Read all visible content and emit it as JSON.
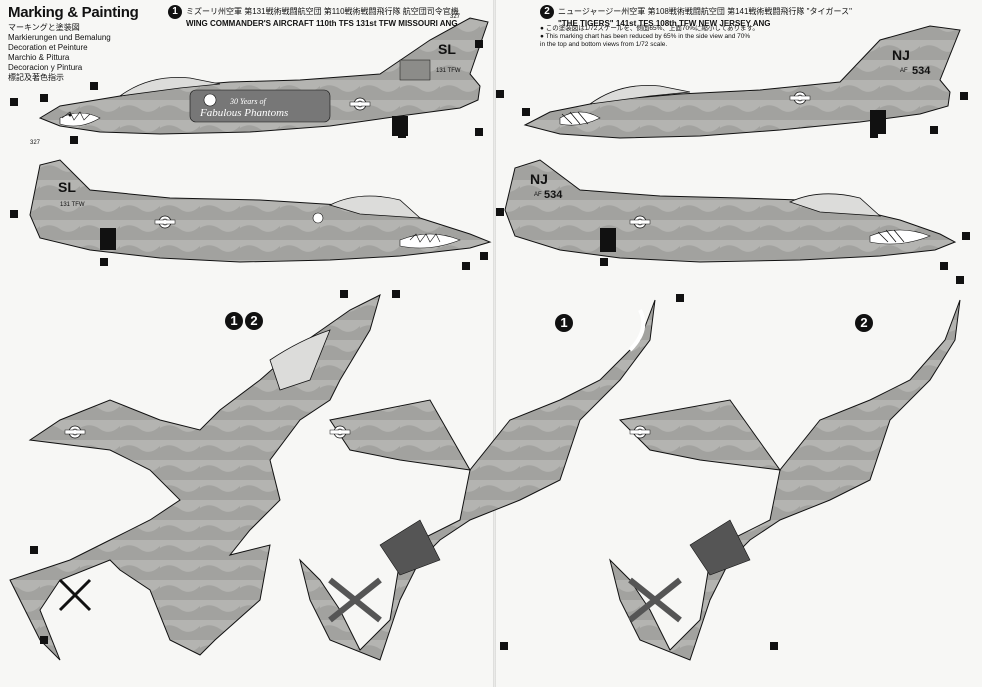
{
  "header": {
    "title": "Marking & Painting",
    "languages": [
      "マーキングと塗装図",
      "Markierungen und Bemalung",
      "Decoration et Peinture",
      "Marchio & Pittura",
      "Decoracion y Pintura",
      "標記及著色指示"
    ]
  },
  "scheme1": {
    "number": "1",
    "jp": "ミズーリ州空軍 第131戦術戦闘航空団 第110戦術戦闘飛行隊 航空団司令官機",
    "en": "WING COMMANDER'S AIRCRAFT 110th TFS 131st TFW MISSOURI ANG",
    "tail_code": "SL",
    "tail_sub": "131 TFW",
    "tail_small": "327",
    "anniv_1": "30 Years of",
    "anniv_2": "Fabulous Phantoms"
  },
  "scheme2": {
    "number": "2",
    "jp": "ニュージャージー州空軍 第108戦術戦闘航空団 第141戦術戦闘飛行隊 \"タイガース\"",
    "en": "\"THE TIGERS\" 141st TFS 108th TFW NEW JERSEY ANG",
    "tail_code": "NJ",
    "tail_serial": "534",
    "tail_af": "AF"
  },
  "note": {
    "line1": "● この塗装図は1/72スケールを、側面65%、上面70%に縮小してあります。",
    "line2": "● This marking chart has been reduced by 65% in the side view and 70%",
    "line3": "in the top and bottom views from 1/72 scale."
  },
  "plan_labels": {
    "both": [
      "1",
      "2"
    ],
    "one": "1",
    "two": "2"
  },
  "colors": {
    "ink": "#111111",
    "paper": "#f7f7f5",
    "camo_light": "#b9b9b6",
    "camo_mid": "#9a9a97",
    "camo_dark": "#6e6e6b"
  }
}
